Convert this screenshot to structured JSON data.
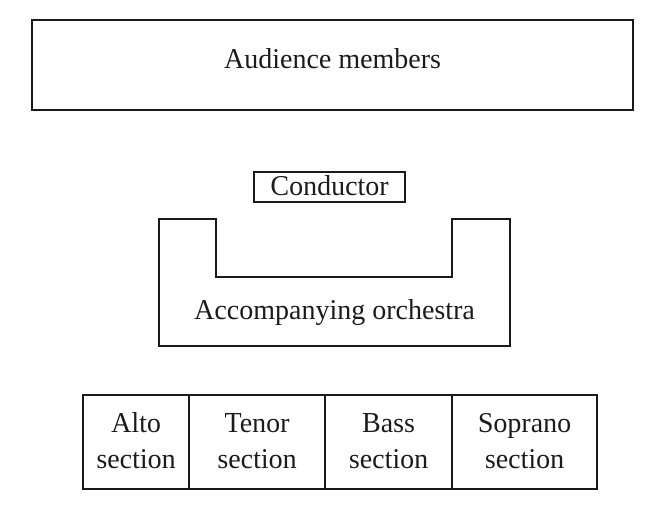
{
  "page": {
    "background": "#ffffff",
    "border_color": "#1a1a1a",
    "text_color": "#1b1b1b"
  },
  "diagram": {
    "audience": {
      "label": "Audience members"
    },
    "conductor": {
      "label": "Conductor"
    },
    "orchestra": {
      "label": "Accompanying orchestra"
    },
    "sections": [
      {
        "label": "Alto section"
      },
      {
        "label": "Tenor section"
      },
      {
        "label": "Bass section"
      },
      {
        "label": "Soprano section"
      }
    ]
  }
}
